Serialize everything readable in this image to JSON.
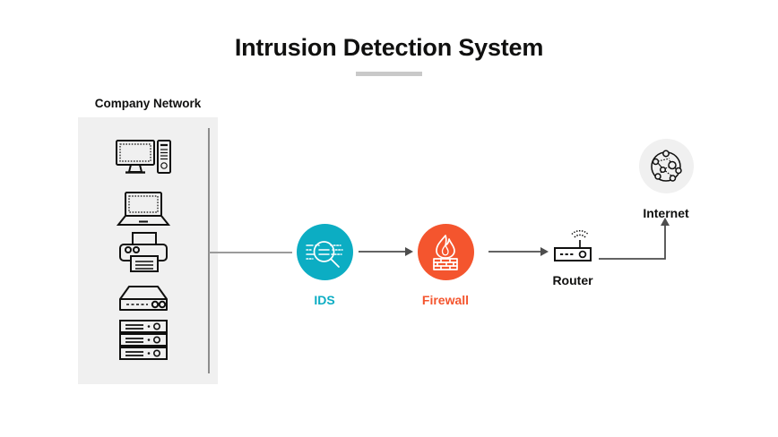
{
  "page": {
    "title": "Intrusion Detection System",
    "background_color": "#ffffff",
    "divider_color": "#c9c9c9"
  },
  "colors": {
    "ids_teal": "#0CADC3",
    "firewall_orange": "#F4552E",
    "panel_gray": "#f0f0f0",
    "connector_gray": "#9b9b9b",
    "arrow_gray": "#4d4d4d",
    "icon_black": "#10100f"
  },
  "company_network": {
    "label": "Company Network",
    "devices": [
      {
        "name": "desktop-computer-icon",
        "label": "Desktop computer with tower"
      },
      {
        "name": "laptop-icon",
        "label": "Laptop"
      },
      {
        "name": "printer-icon",
        "label": "Printer"
      },
      {
        "name": "modem-icon",
        "label": "Modem"
      },
      {
        "name": "server-rack-icon",
        "label": "Server rack"
      }
    ]
  },
  "nodes": [
    {
      "id": "ids",
      "label": "IDS",
      "icon": "magnifier-data-icon",
      "color": "#0CADC3"
    },
    {
      "id": "firewall",
      "label": "Firewall",
      "icon": "flame-brickwall-icon",
      "color": "#F4552E"
    },
    {
      "id": "router",
      "label": "Router",
      "icon": "router-wifi-icon",
      "color": "#10100f"
    },
    {
      "id": "internet",
      "label": "Internet",
      "icon": "network-globe-icon",
      "color": "#10100f"
    }
  ],
  "connectors": [
    {
      "from": "company-network",
      "to": "ids",
      "style": "line",
      "arrowhead": false,
      "direction": "right"
    },
    {
      "from": "ids",
      "to": "firewall",
      "style": "arrow",
      "arrowhead": true,
      "direction": "right"
    },
    {
      "from": "firewall",
      "to": "router",
      "style": "arrow",
      "arrowhead": true,
      "direction": "right"
    },
    {
      "from": "router",
      "to": "internet",
      "style": "elbow",
      "arrowhead": true,
      "direction": "up"
    }
  ]
}
